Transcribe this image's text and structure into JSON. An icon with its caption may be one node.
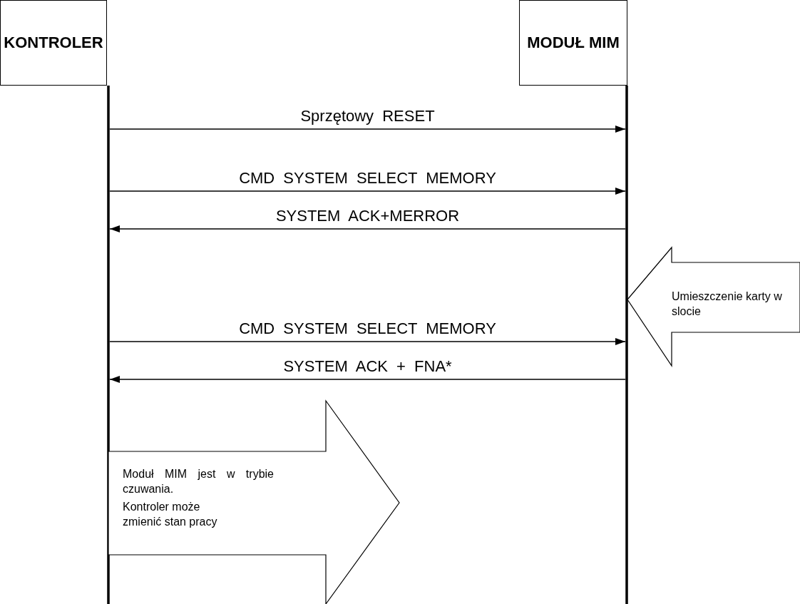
{
  "diagram": {
    "nodes": [
      {
        "text": [
          "KONTROLER"
        ]
      },
      {
        "text": [
          "MODUŁ MIM"
        ]
      },
      {
        "text": [
          "Umieszczenie karty w slocie"
        ]
      },
      {
        "text": [
          "Moduł MIM jest w trybie czuwania.",
          "Kontroler może zmienić stan pracy"
        ]
      }
    ],
    "edges": [
      {
        "from": 0,
        "to": 1,
        "arrow": "to",
        "label": "Sprzętowy RESET"
      },
      {
        "from": 0,
        "to": 1,
        "arrow": "to",
        "label": "CMD SYSTEM SELECT MEMORY"
      },
      {
        "from": 1,
        "to": 0,
        "arrow": "to",
        "label": "SYSTEM ACK+MERROR"
      },
      {
        "from": 0,
        "to": 1,
        "arrow": "to",
        "label": "CMD SYSTEM SELECT MEMORY"
      },
      {
        "from": 1,
        "to": 0,
        "arrow": "to",
        "label": "SYSTEM ACK + FNA*"
      }
    ]
  }
}
